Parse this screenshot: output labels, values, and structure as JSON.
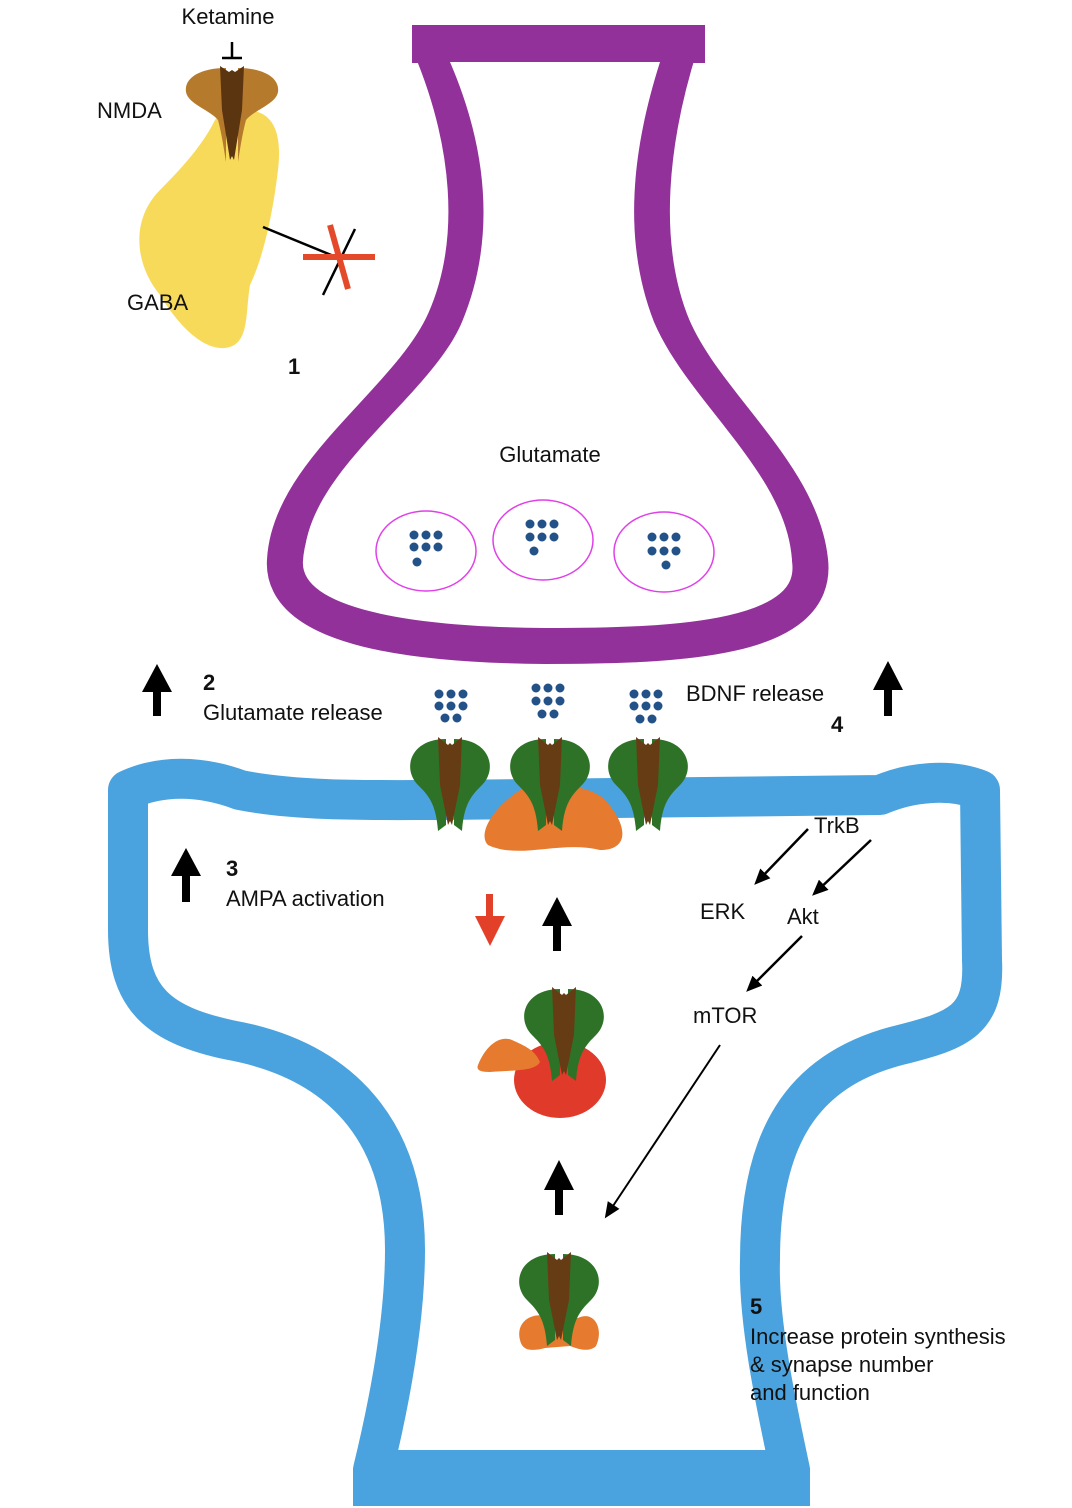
{
  "title": "Ketamine mechanism of action at the glutamatergic synapse",
  "colors": {
    "presynaptic": "#93319a",
    "postsynaptic": "#4aa3de",
    "vesicle_outline": "#e040e8",
    "glutamate": "#235289",
    "ampa_outer": "#2e7228",
    "ampa_channel": "#663c14",
    "nmda_outer": "#b57a2c",
    "nmda_channel": "#5b3410",
    "gaba": "#f8da5b",
    "orange_protein": "#e67a2e",
    "red_protein": "#e03a2a",
    "inhibit_x": "#e44a2a",
    "arrow": "#000000",
    "down_arrow": "#e3402a"
  },
  "labels": {
    "ketamine": "Ketamine",
    "nmda": "NMDA",
    "gaba": "GABA",
    "glutamate": "Glutamate",
    "trkb": "TrkB",
    "erk": "ERK",
    "akt": "Akt",
    "mtor": "mTOR"
  },
  "steps": [
    {
      "number": "1",
      "text": ""
    },
    {
      "number": "2",
      "text": "Glutamate release"
    },
    {
      "number": "3",
      "text": "AMPA activation"
    },
    {
      "number": "4",
      "text": "BDNF release"
    },
    {
      "number": "5",
      "lines": [
        "Increase protein synthesis",
        "& synapse number",
        "and function"
      ]
    }
  ],
  "pathway": [
    {
      "from": "TrkB",
      "to": "ERK"
    },
    {
      "from": "TrkB",
      "to": "Akt"
    },
    {
      "from": "Akt",
      "to": "mTOR"
    },
    {
      "from": "mTOR",
      "to": "AMPA receptor insertion"
    }
  ]
}
